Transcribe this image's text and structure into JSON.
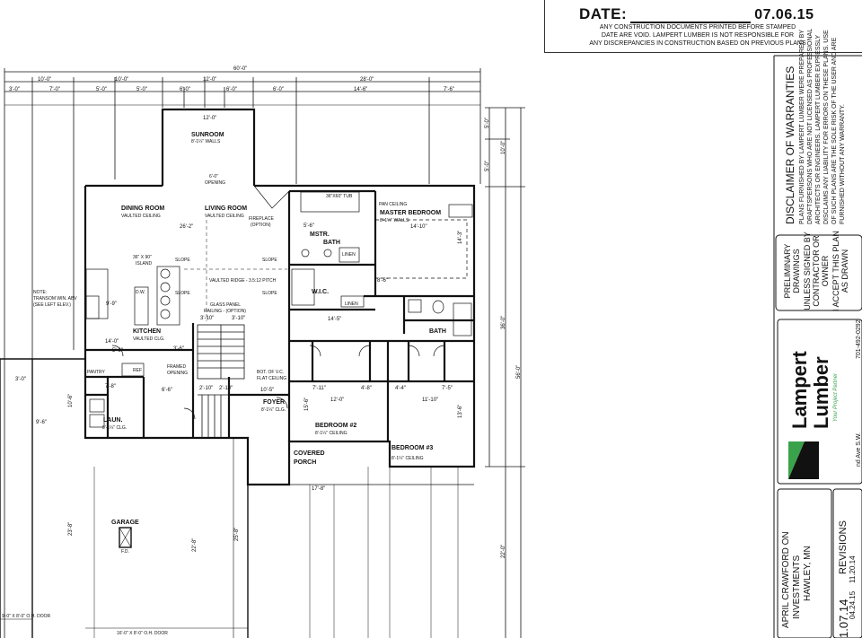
{
  "header": {
    "date_label": "DATE:",
    "date_value": "07.06.15",
    "notice_lines": [
      "ANY CONSTRUCTION DOCUMENTS PRINTED BEFORE STAMPED",
      "DATE ARE VOID.  LAMPERT LUMBER IS NOT RESPONSIBLE FOR",
      "ANY DISCREPANCIES IN CONSTRUCTION BASED ON PREVIOUS PLANS"
    ]
  },
  "sidebar": {
    "disclaimer_title": "DISCLAIMER OF WARRANTIES",
    "disclaimer_lines": [
      "PLANS FURNISHED BY LAMPERT LUMBER WERE PREPARED BY",
      "DRAFTSPERSONS WHO ARE NOT LICENSED AS PROFESSIONAL",
      "ARCHITECTS OR ENGINEERS.  LAMPERT LUMBER EXPRESSLY",
      "DISCLAIMS ANY LIABILITY FOR ERRORS ON THESE PLANS.  USE",
      "OF SUCH PLANS ARE THE SOLE RISK OF THE USER AND ARE",
      "FURNISHED WITHOUT ANY WARRANTY."
    ],
    "prelim_lines": [
      "PRELIMINARY",
      "DRAWINGS",
      "UNLESS SIGNED BY",
      "CONTRACTOR OR",
      "OWNER",
      "I ACCEPT THIS PLAN",
      "AS DRAWN"
    ],
    "logo_line1": "Lampert",
    "logo_line2": "Lumber",
    "logo_tagline": "Your Project Partner",
    "phone": "701-492-0292",
    "address": "nd Ave S.W.",
    "client_lines": [
      "APRIL CRAWFORD ON",
      "INVESTMENTS",
      "HAWLEY, MN"
    ],
    "revisions_label": "REVISIONS",
    "revision_dates": [
      "11.20.14",
      "04.24.15"
    ],
    "plan_date": "1.07.14"
  },
  "plan": {
    "rooms": [
      {
        "name": "SUNROOM",
        "sub": "8'-1¼\" WALLS"
      },
      {
        "name": "DINING ROOM",
        "sub": "VAULTED CEILING"
      },
      {
        "name": "LIVING ROOM",
        "sub": "VAULTED CEILING"
      },
      {
        "name": "MASTER BEDROOM",
        "sub": "8'-1¼\" WALLS"
      },
      {
        "name": "MSTR.",
        "sub": "BATH"
      },
      {
        "name": "W.I.C.",
        "sub": ""
      },
      {
        "name": "KITCHEN",
        "sub": "VAULTED CLG."
      },
      {
        "name": "BATH",
        "sub": ""
      },
      {
        "name": "BEDROOM #2",
        "sub": "8'-1¼\" CEILING"
      },
      {
        "name": "BEDROOM #3",
        "sub": "8'-1¼\" CEILING"
      },
      {
        "name": "FOYER",
        "sub": "8'-1¼\" CLG."
      },
      {
        "name": "COVERED",
        "sub": "PORCH"
      },
      {
        "name": "GARAGE",
        "sub": ""
      },
      {
        "name": "LAUN.",
        "sub": "8'-1¼\" CLG."
      },
      {
        "name": "PANTRY",
        "sub": ""
      }
    ],
    "notes": {
      "fireplace": "FIREPLACE",
      "fireplace_opt": "(OPTION)",
      "vaulted_ridge": "VAULTED RIDGE - 3.5:12 PITCH",
      "glass_panel": "GLASS PANEL",
      "railing": "RAILING - (OPTION)",
      "island": "36\" X 90\"",
      "island_sub": "ISLAND",
      "framed": "FRAMED",
      "opening": "OPENING",
      "bot_vc": "BOT. OF V.C.",
      "flat_ceiling": "FLAT CEILING",
      "pan_ceiling": "PAN CEILING",
      "tub": "36\"X60\" TUB",
      "linen": "LINEN",
      "transom": "NOTE:",
      "transom_sub": "TRANSOM WIN. ABV",
      "transom_sub2": "(SEE LEFT ELEV.)",
      "slope": "SLOPE",
      "dw": "D.W.",
      "ref": "REF",
      "fd": "F.D.",
      "ohdoor1": "9'-0\" X 8'-0\" O.H. DOOR",
      "ohdoor2": "16'-0\" X 8'-0\" O.H. DOOR",
      "opening_sun": "6'-0\"",
      "opening_sun2": "OPENING",
      "master_walls": "8'-1¼\" WALLS"
    },
    "dims_top": {
      "overall": "60'-0\"",
      "row1": [
        "10'-0\"",
        "10'-0\"",
        "12'-0\"",
        "28'-0\""
      ],
      "row2": [
        "3'-0\"",
        "7'-0\"",
        "5'-0\"",
        "5'-0\"",
        "6'-0\"",
        "6'-0\"",
        "6'-0\"",
        "14'-6\"",
        "7'-6\""
      ],
      "sunroom_w": "12'-0\""
    },
    "dims_right": [
      "5'-0\"",
      "10'-0\"",
      "5'-0\"",
      "36'-0\"",
      "56'-0\"",
      "22'-0\"",
      "13'-6\"",
      "15'-6\"",
      "14'-3\""
    ],
    "dims_misc": [
      "26'-2\"",
      "14'-10\"",
      "8'-6\"",
      "14'-5\"",
      "12'-0\"",
      "11'-10\"",
      "17'-8\"",
      "23'-8\"",
      "22'-8\"",
      "25'-8\"",
      "3'-10\"",
      "3'-10\"",
      "7'-11\"",
      "4'-8\"",
      "4'-4\"",
      "7'-5\"",
      "6'-6\"",
      "5'-6\"",
      "9'-6\"",
      "7'-8\"",
      "2'-10\"",
      "2'-10\"",
      "10'-6\"",
      "3'-0\"",
      "14'-0\"",
      "9'-9\"",
      "5'-6\"",
      "3'-6\"",
      "10'-5\""
    ]
  }
}
